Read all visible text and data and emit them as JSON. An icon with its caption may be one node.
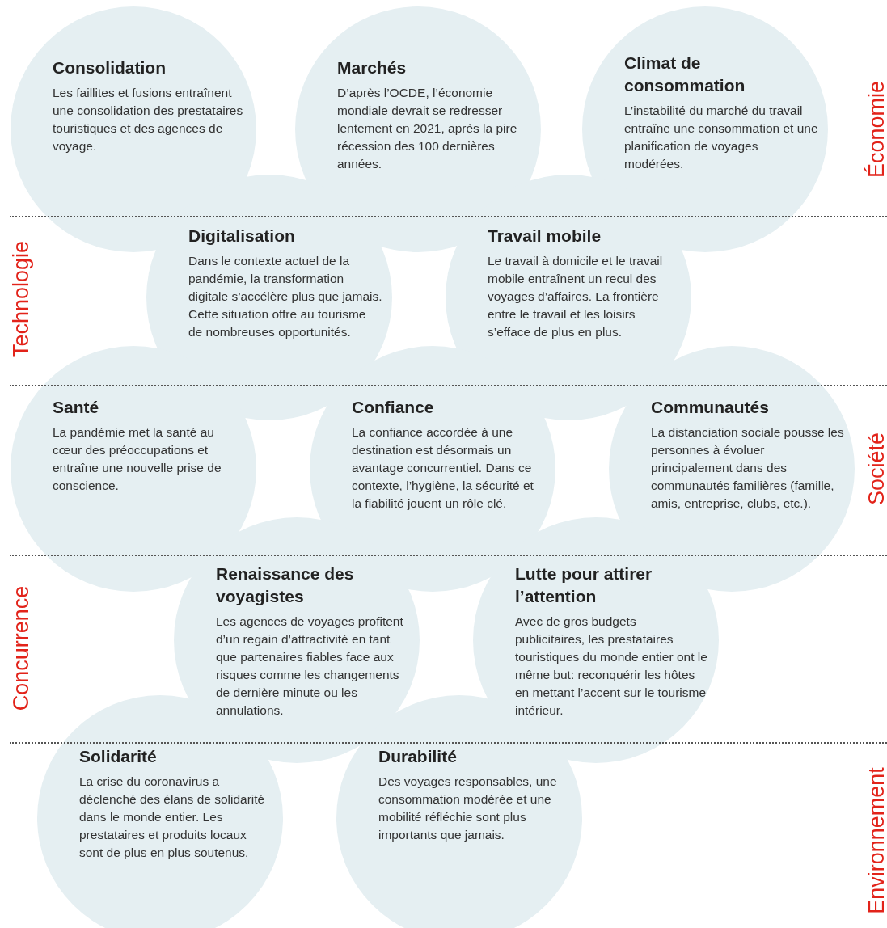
{
  "diagram": {
    "nodes": [
      {
        "text": [
          "Consolidation",
          "Les faillites et fusions entraînent une consolidation des prestataires touristiques et des agences de voyage."
        ]
      },
      {
        "text": [
          "Marchés",
          "D’après l’OCDE, l’économie mondiale devrait se redresser lentement en 2021, après la pire récession des 100 dernières années."
        ]
      },
      {
        "text": [
          "Climat de consommation",
          "L’instabilité du marché du travail entraîne une consommation et une planification de voyages modérées."
        ]
      },
      {
        "text": [
          "Digitalisation",
          "Dans le contexte actuel de la pandémie, la transformation digitale s’accélère plus que jamais. Cette situation offre au tourisme de nombreuses opportunités."
        ]
      },
      {
        "text": [
          "Travail mobile",
          "Le travail à domicile et le travail mobile entraînent un recul des voyages d’affaires. La frontière entre le travail et les loisirs s’efface de plus en plus."
        ]
      },
      {
        "text": [
          "Santé",
          "La pandémie met la santé au cœur des préoccupations et entraîne une nouvelle prise de conscience."
        ]
      },
      {
        "text": [
          "Confiance",
          "La confiance accordée à une destination est désormais un avantage concurrentiel. Dans ce contexte, l’hygiène, la sécurité et la fiabilité jouent un rôle clé."
        ]
      },
      {
        "text": [
          "Communautés",
          "La distanciation sociale pousse les personnes à évoluer principalement dans des communautés familières (famille, amis, entreprise, clubs, etc.)."
        ]
      },
      {
        "text": [
          "Renaissance des voyagistes",
          "Les agences de voyages profitent d’un regain d’attractivité en tant que partenaires fiables face aux risques comme les changements de dernière minute ou les annulations."
        ]
      },
      {
        "text": [
          "Lutte pour attirer l’attention",
          "Avec de gros budgets publicitaires, les prestataires touristiques du monde entier ont le même but: reconquérir les hôtes en mettant l’accent sur le tourisme intérieur."
        ]
      },
      {
        "text": [
          "Solidarité",
          "La crise du coronavirus a déclenché des élans de solidarité dans le monde entier. Les prestataires et produits locaux sont de plus en plus soutenus."
        ]
      },
      {
        "text": [
          "Durabilité",
          "Des voyages responsables, une consommation modérée et une mobilité réfléchie sont plus importants que jamais."
        ]
      }
    ],
    "labels": [
      "Économie",
      "Technologie",
      "Société",
      "Concurrence",
      "Environnement"
    ]
  }
}
